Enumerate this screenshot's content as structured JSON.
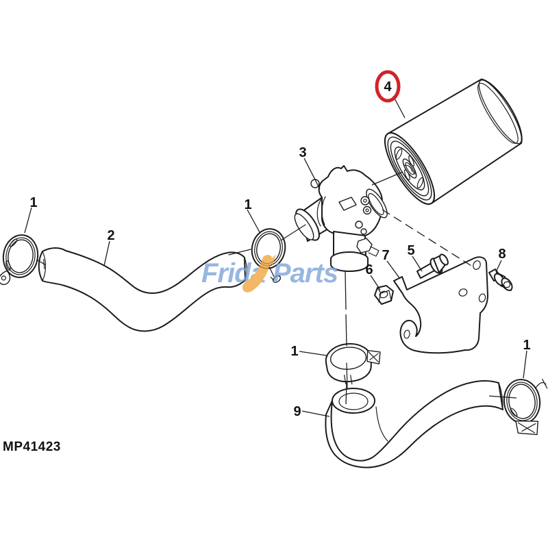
{
  "diagram": {
    "figure_code": "MP41423",
    "highlight": {
      "part_number": "4",
      "ring_color": "#d42127"
    },
    "watermark": {
      "text_left": "Frida",
      "text_right": "Parts",
      "blue": "#7ba3d9",
      "orange": "#f0a33c",
      "swoosh": "check-swoosh-icon"
    },
    "line_color": "#1b1b1b",
    "callouts": [
      {
        "ref": "clamp-upper-left",
        "number": "1"
      },
      {
        "ref": "hose-upper-left",
        "number": "2"
      },
      {
        "ref": "clamp-middle",
        "number": "1"
      },
      {
        "ref": "filter-head-housing",
        "number": "3"
      },
      {
        "ref": "filter-cartridge",
        "number": "4"
      },
      {
        "ref": "flange-bolt",
        "number": "5"
      },
      {
        "ref": "lock-nut",
        "number": "6"
      },
      {
        "ref": "mounting-bracket",
        "number": "7"
      },
      {
        "ref": "socket-bolt",
        "number": "8"
      },
      {
        "ref": "clamp-bottom-middle",
        "number": "1"
      },
      {
        "ref": "hose-bottom",
        "number": "9"
      },
      {
        "ref": "clamp-bottom-right",
        "number": "1"
      }
    ]
  }
}
